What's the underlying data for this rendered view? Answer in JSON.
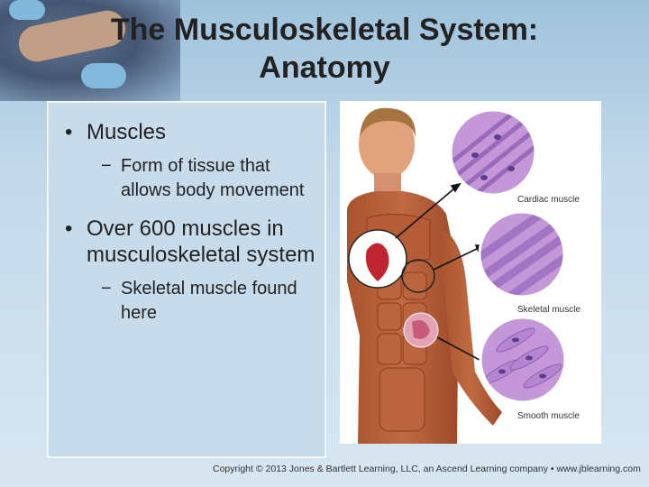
{
  "slide": {
    "title_line1": "The Musculoskeletal System:",
    "title_line2": "Anatomy",
    "bullets": [
      {
        "text": "Muscles",
        "sub": [
          "Form of tissue that allows body movement"
        ]
      },
      {
        "text": "Over 600 muscles in musculoskeletal system",
        "sub": [
          "Skeletal muscle found here"
        ]
      }
    ],
    "bullet_glyph": "•",
    "sub_glyph": "−"
  },
  "figure": {
    "captions": [
      "Cardiac muscle",
      "Skeletal muscle",
      "Smooth muscle"
    ]
  },
  "footer": {
    "text": "Copyright © 2013 Jones & Bartlett Learning, LLC, an Ascend Learning company • www.jblearning.com"
  },
  "colors": {
    "background": "#c3d9ea",
    "muscle_tissue": "#c497d9",
    "body_muscle": "#b5653f",
    "skin": "#e0a37c",
    "heart": "#c0242f"
  }
}
